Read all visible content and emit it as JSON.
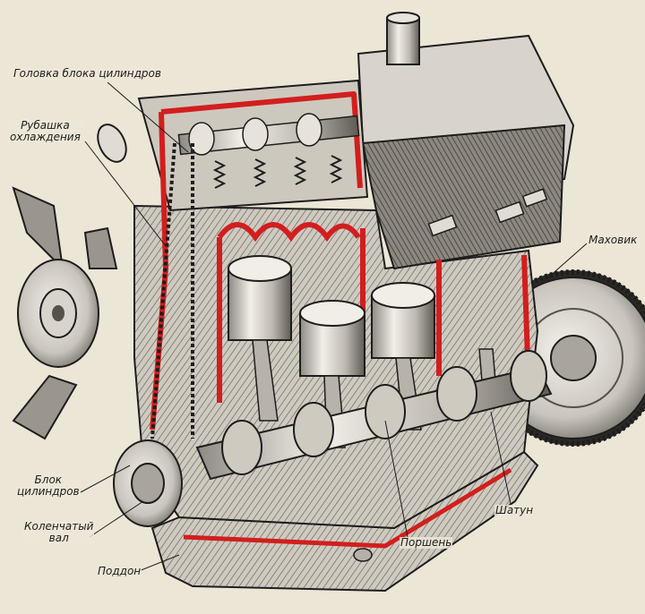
{
  "labels": {
    "cylinder_head": "Головка блока цилиндров",
    "cooling_jacket_line1": "Рубашка",
    "cooling_jacket_line2": "охлаждения",
    "flywheel": "Маховик",
    "cylinder_block_line1": "Блок",
    "cylinder_block_line2": "цилиндров",
    "crankshaft_line1": "Коленчатый",
    "crankshaft_line2": "вал",
    "oil_pan": "Поддон",
    "piston": "Поршень",
    "connecting_rod": "Шатун"
  },
  "colors": {
    "paper": "#ece6d6",
    "ink": "#1d1d1d",
    "section_red": "#d21e1e",
    "metal_light": "#d8d4cc",
    "metal_mid": "#a9a59c",
    "metal_dark": "#55524c"
  }
}
